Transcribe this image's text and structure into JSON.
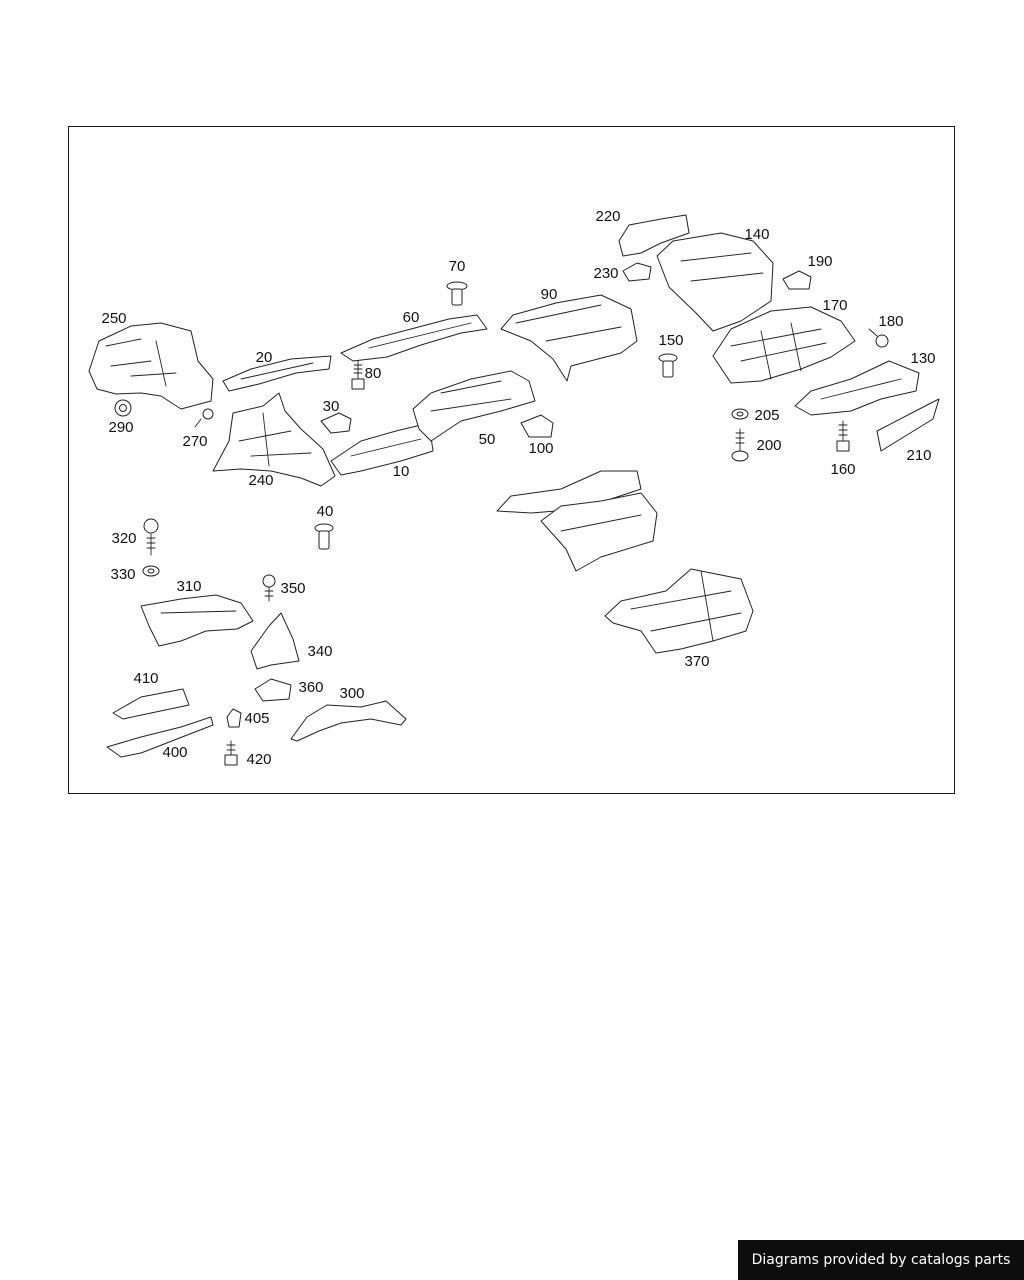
{
  "labels": {
    "p10": "10",
    "p20": "20",
    "p30": "30",
    "p40": "40",
    "p50": "50",
    "p60": "60",
    "p70": "70",
    "p80": "80",
    "p90": "90",
    "p100": "100",
    "p130": "130",
    "p140": "140",
    "p150": "150",
    "p160": "160",
    "p170": "170",
    "p180": "180",
    "p190": "190",
    "p200": "200",
    "p205": "205",
    "p210": "210",
    "p220": "220",
    "p230": "230",
    "p240": "240",
    "p250": "250",
    "p270": "270",
    "p290": "290",
    "p300": "300",
    "p310": "310",
    "p320": "320",
    "p330": "330",
    "p340": "340",
    "p350": "350",
    "p360": "360",
    "p370": "370",
    "p400": "400",
    "p405": "405",
    "p410": "410",
    "p420": "420"
  },
  "footer": {
    "credit": "Diagrams provided by catalogs parts"
  },
  "colors": {
    "line": "#222222",
    "credit_background": "#0d0d0d",
    "credit_text": "#ffffff"
  }
}
